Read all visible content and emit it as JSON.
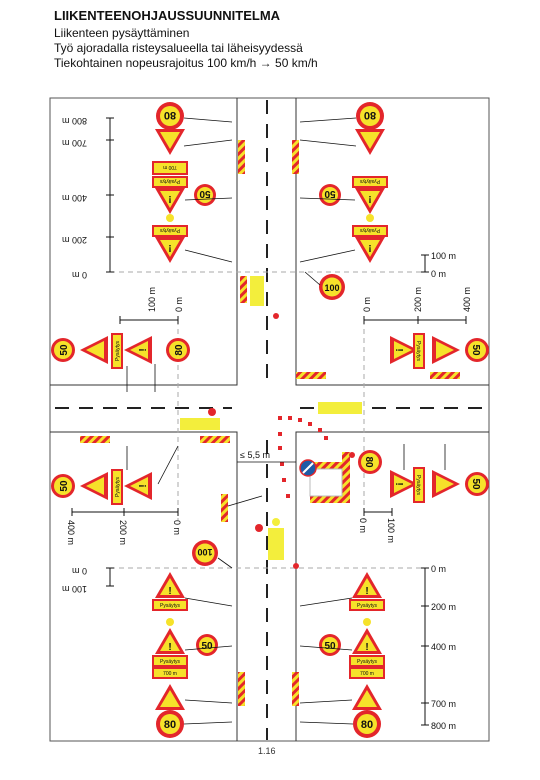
{
  "header": {
    "title": "LIIKENTEENOHJAUSSUUNNITELMA",
    "subtitle": "Liikenteen pysäyttäminen",
    "line2": "Työ ajoradalla risteysalueella tai läheisyydessä",
    "line3": "Tiekohtainen nopeusrajoitus 100 km/h → 50 km/h"
  },
  "top_left_scale": [
    "800 m",
    "700 m",
    "400 m",
    "200 m",
    "0 m"
  ],
  "top_right_scale": [
    "100 m",
    "0 m"
  ],
  "left_side_scale": [
    "100 m",
    "0 m"
  ],
  "right_side_scale": [
    "0 m",
    "200 m",
    "400 m"
  ],
  "lower_left_scale": [
    "400 m",
    "200 m",
    "0 m"
  ],
  "lower_right_scale": [
    "0 m",
    "100 m"
  ],
  "bottom_left_scale": [
    "0 m",
    "100 m"
  ],
  "bottom_right_scale": [
    "0 m",
    "200 m",
    "400 m",
    "700 m",
    "800 m"
  ],
  "gap_label": "≤ 5,5 m",
  "signs": {
    "speed80": "80",
    "speed50": "50",
    "speed100": "100",
    "warning_mark": "!",
    "plate_text": "Pysäytys",
    "distance_plate": "700 m"
  },
  "colors": {
    "sign_red": "#e3262b",
    "barrier_yellow": "#f6e22a",
    "worker_vest": "#f3ee3c",
    "road_line": "#222222",
    "blue_sign": "#1f5aa6"
  },
  "page_number": "1.16"
}
